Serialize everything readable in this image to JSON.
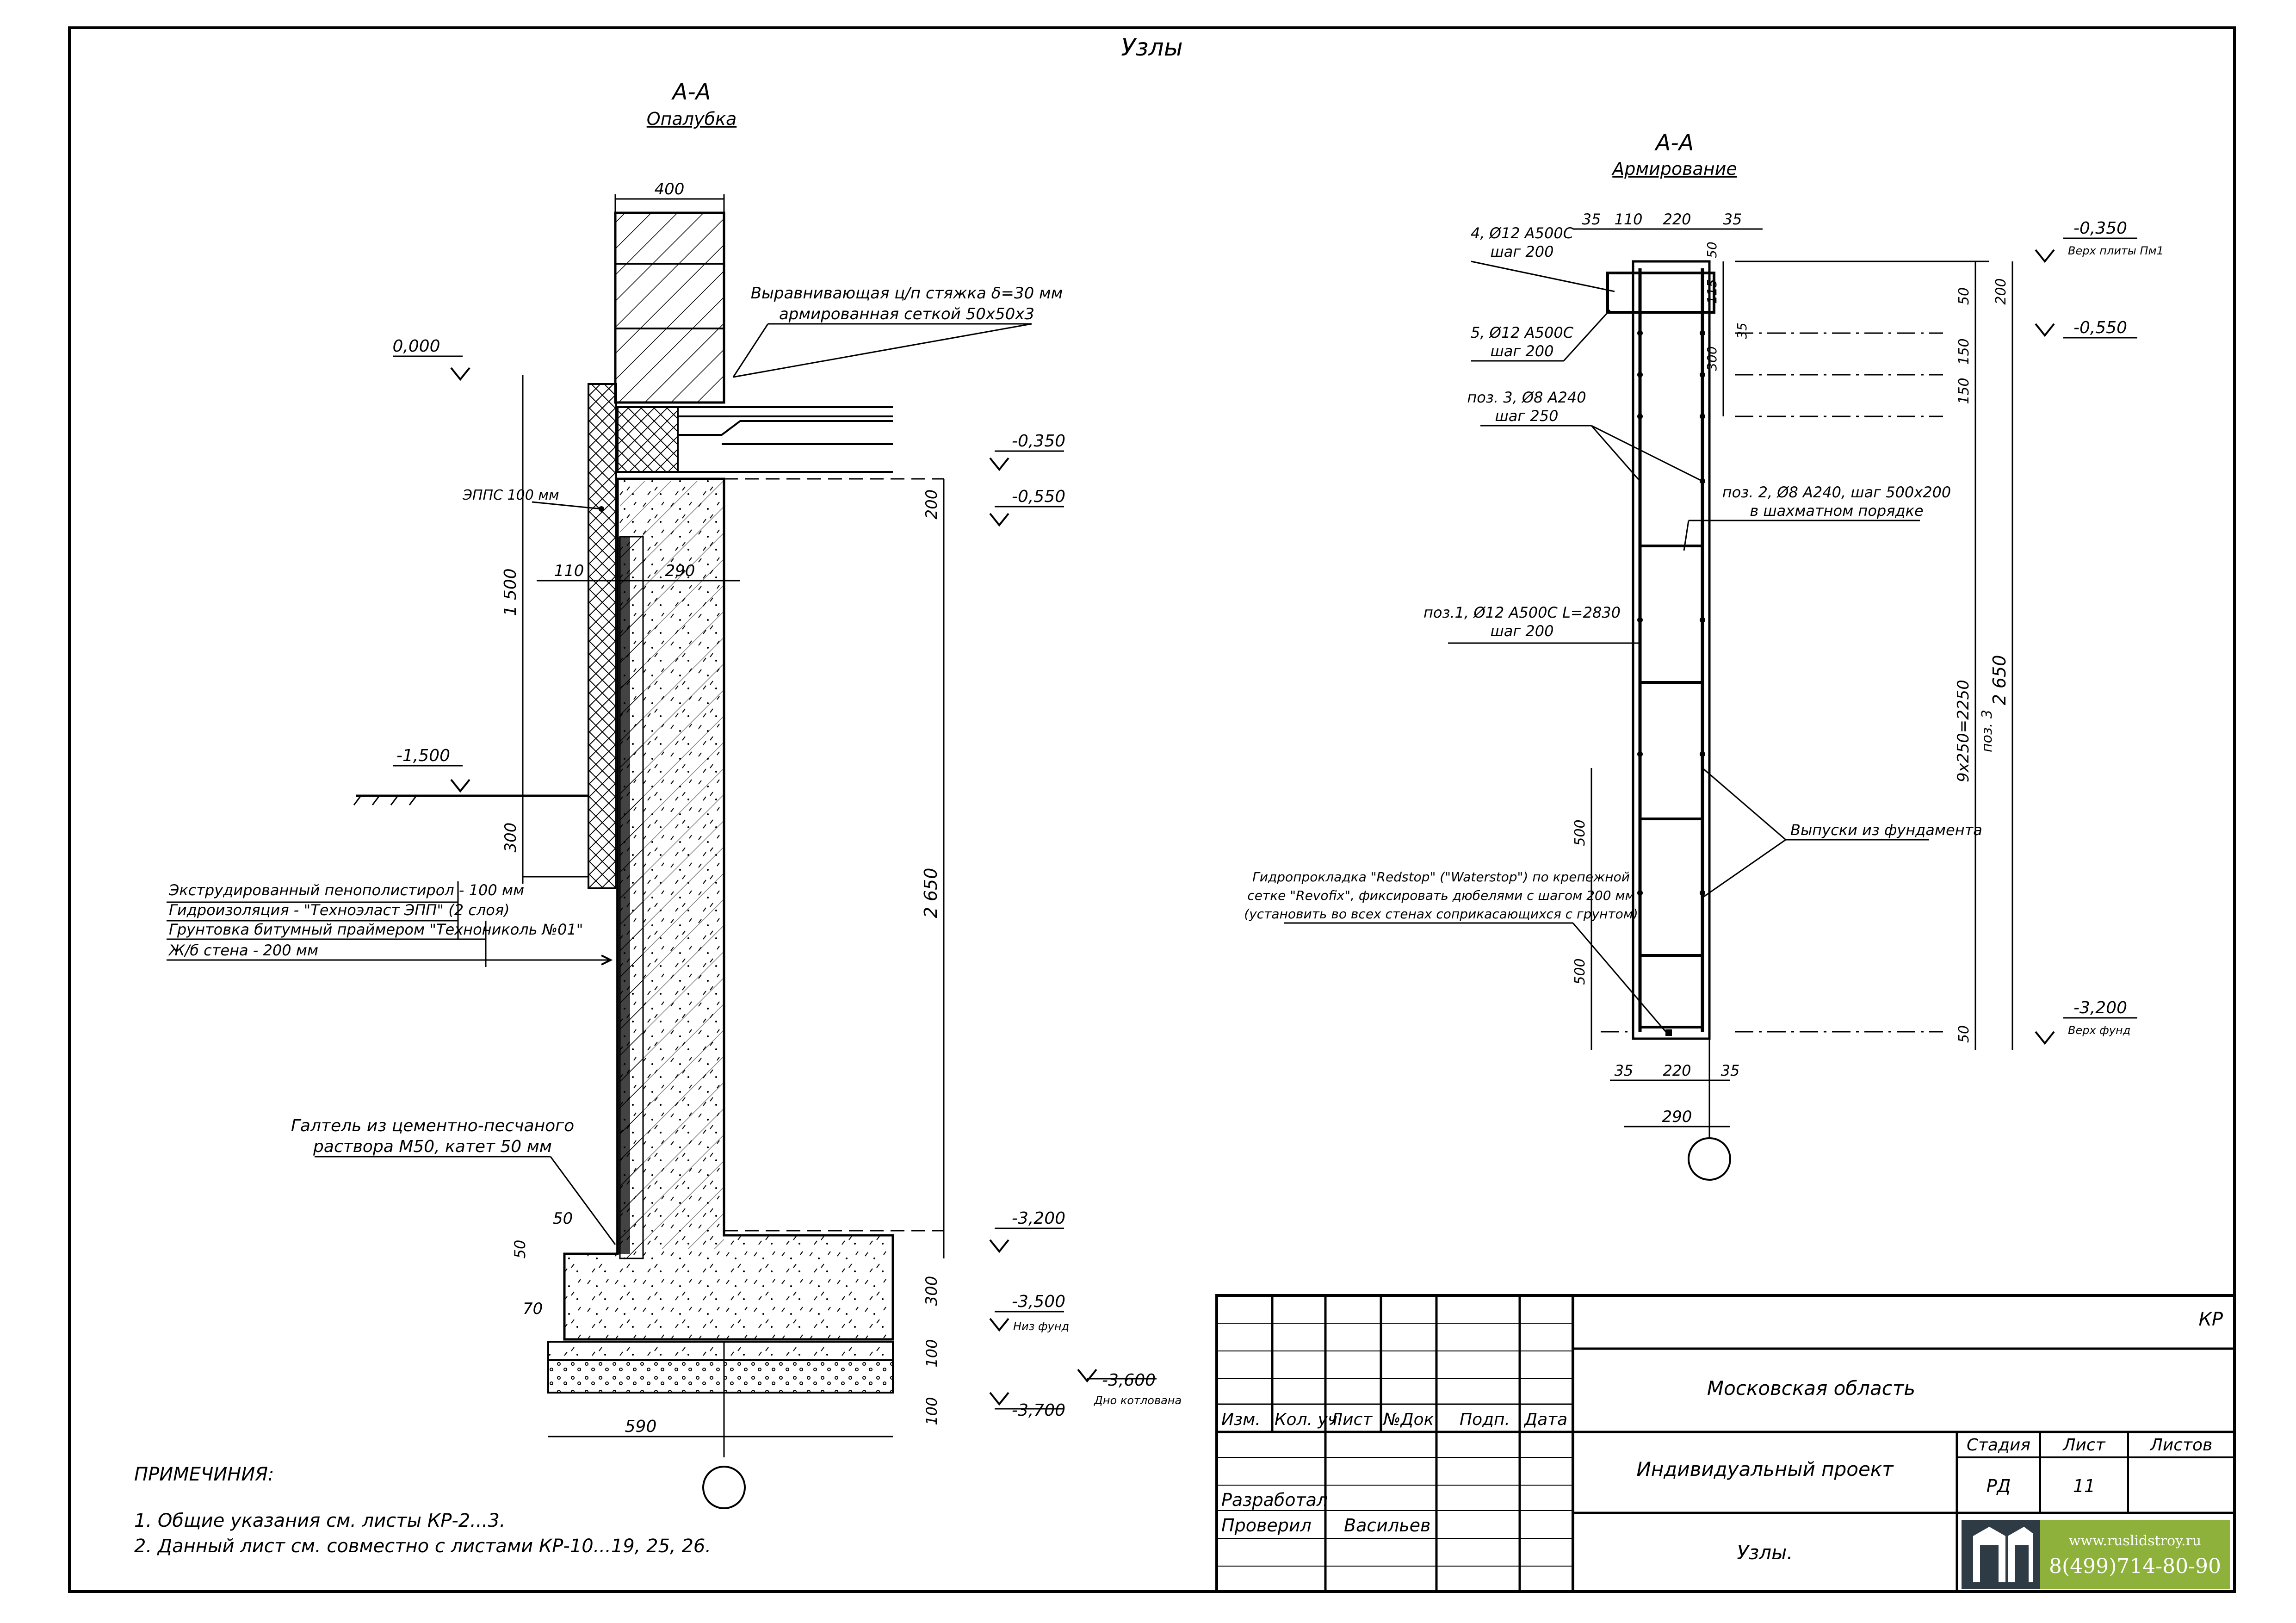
{
  "sheet": {
    "title": "Узлы"
  },
  "left_view": {
    "title": "А-А",
    "subtitle": "Опалубка",
    "dim_top": "400",
    "screed_note_1": "Выравнивающая ц/п стяжка δ=30 мм",
    "screed_note_2": "армированная сеткой 50х50х3",
    "level_0": "0,000",
    "level_m0350": "-0,350",
    "level_m0550": "-0,550",
    "level_m1500": "-1,500",
    "level_m3200": "-3,200",
    "level_m3500": "-3,500",
    "level_m3600": "-3,600",
    "level_m3700": "-3,700",
    "epps": "ЭППС 100 мм",
    "dim_1500": "1 500",
    "dim_110": "110",
    "dim_290": "290",
    "dim_300a": "300",
    "dim_200": "200",
    "dim_2650": "2 650",
    "dim_50a": "50",
    "dim_50b": "50",
    "dim_70": "70",
    "dim_300b": "300",
    "dim_100a": "100",
    "dim_100b": "100",
    "dim_590": "590",
    "niz_fund": "Низ фунд",
    "dno_kotl": "Дно котлована",
    "layers": [
      "Экструдированный пенополистирол - 100 мм",
      "Гидроизоляция - \"Техноэласт ЭПП\" (2 слоя)",
      "Грунтовка битумный праймером \"Технониколь №01\"",
      "Ж/б стена - 200 мм"
    ],
    "galtel_1": "Галтель из цементно-песчаного",
    "galtel_2": "раствора М50, катет 50 мм"
  },
  "right_view": {
    "title": "А-А",
    "subtitle": "Армирование",
    "dims_top": [
      "35",
      "110",
      "220",
      "35"
    ],
    "pos4_1": "4, Ø12 А500С",
    "pos4_2": "шаг 200",
    "pos5_1": "5, Ø12 А500С",
    "pos5_2": "шаг 200",
    "pos3_1": "поз. 3, Ø8 А240",
    "pos3_2": "шаг 250",
    "pos2_1": "поз. 2, Ø8 А240, шаг 500х200",
    "pos2_2": "в шахматном порядке",
    "pos1_1": "поз.1, Ø12 А500С L=2830",
    "pos1_2": "шаг 200",
    "vypuski": "Выпуски из фундамента",
    "gidro_1": "Гидропрокладка \"Redstop\" (\"Waterstop\") по крепежной",
    "gidro_2": "сетке \"Revofix\", фиксировать дюбелями с шагом 200 мм",
    "gidro_3": "(установить во всех стенах соприкасающихся с грунтом)",
    "level_m0350": "-0,350",
    "level_m0550": "-0,550",
    "level_m3200": "-3,200",
    "verkh_plity": "Верх плиты Пм1",
    "verkh_fund": "Верх фунд",
    "dim_50a": "50",
    "dim_115": "115",
    "dim_35": "35",
    "dim_300": "300",
    "dim_150a": "150",
    "dim_150b": "150",
    "dim_200": "200",
    "dim_9x250": "9х250=2250",
    "poz3": "поз. 3",
    "dim_2650": "2 650",
    "dim_500a": "500",
    "dim_500b": "500",
    "dim_50b": "50",
    "dims_bottom": [
      "35",
      "220",
      "35"
    ],
    "dim_290": "290"
  },
  "notes": {
    "heading": "ПРИМЕЧИНИЯ:",
    "items": [
      "1. Общие указания см. листы КР-2...3.",
      "2. Данный лист см. совместно с листами КР-10...19, 25, 26."
    ]
  },
  "title_block": {
    "code": "КР",
    "region": "Московская область",
    "project": "Индивидуальный проект",
    "sheet_name": "Узлы.",
    "headers": [
      "Изм.",
      "Кол. уч",
      "Лист",
      "№Док",
      "Подп.",
      "Дата"
    ],
    "stage_label": "Стадия",
    "sheet_label": "Лист",
    "sheets_label": "Листов",
    "stage": "РД",
    "sheet_no": "11",
    "sheets_total": "",
    "developed_label": "Разработал",
    "checked_label": "Проверил",
    "checked_by": "Васильев",
    "logo_site": "www.ruslidstroy.ru",
    "logo_phone": "8(499)714-80-90",
    "logo_color": "#8db13a",
    "logo_dark": "#2e3b44"
  }
}
